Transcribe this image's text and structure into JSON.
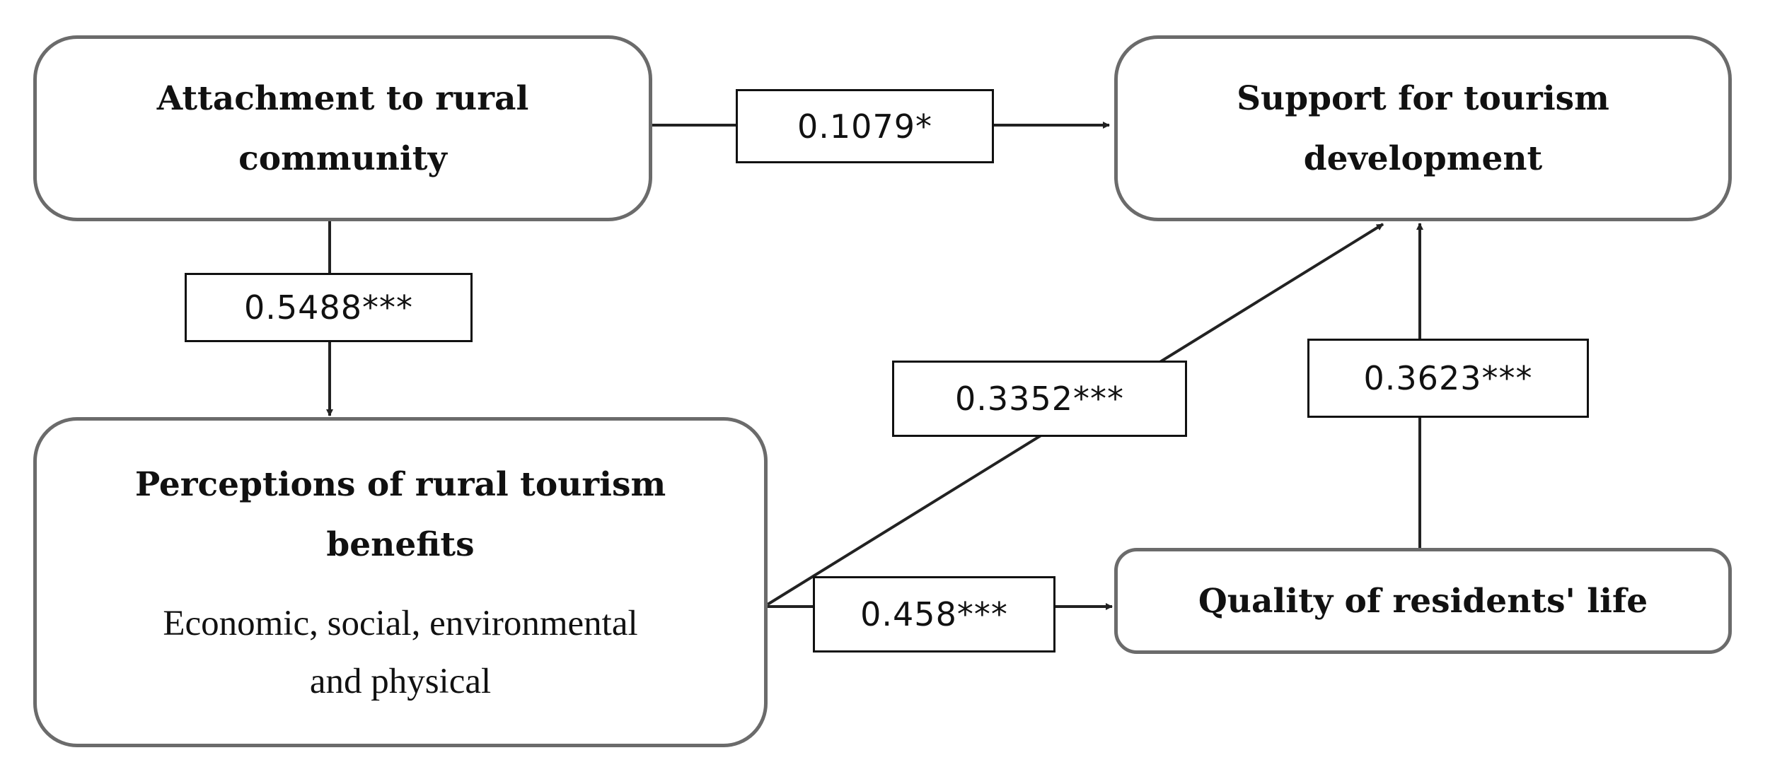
{
  "nodes": {
    "attachment": {
      "title": "Attachment to rural\ncommunity"
    },
    "support": {
      "title": "Support for tourism\ndevelopment"
    },
    "perceptions": {
      "title": "Perceptions of rural tourism\nbenefits",
      "subtitle": "Economic, social, environmental\nand physical"
    },
    "quality": {
      "title": "Quality of residents' life"
    }
  },
  "paths": {
    "attachment_to_support": "0.1079*",
    "attachment_to_perceptions": "0.5488***",
    "perceptions_to_support": "0.3352***",
    "perceptions_to_quality": "0.458***",
    "quality_to_support": "0.3623***"
  },
  "colors": {
    "box_border": "#6b6b6b",
    "line": "#222222",
    "text": "#111111"
  }
}
